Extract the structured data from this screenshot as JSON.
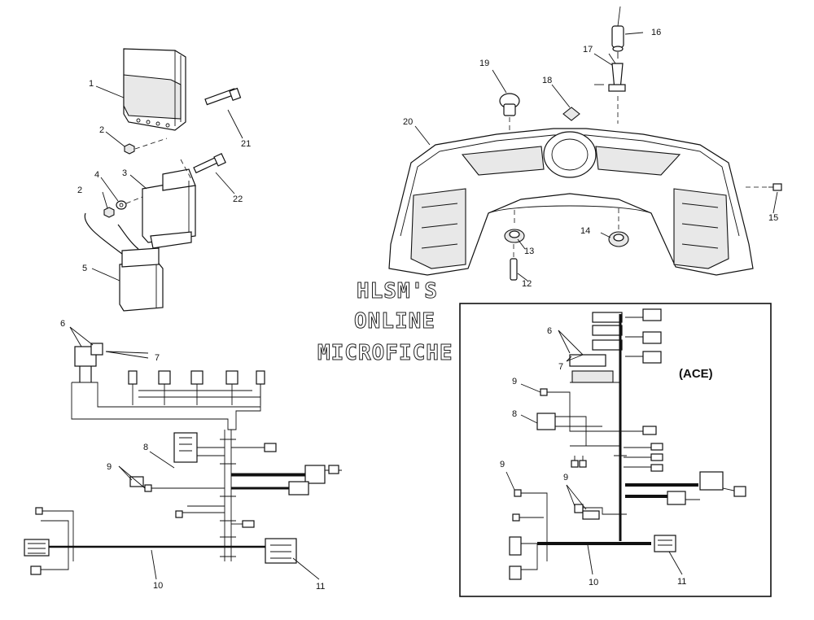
{
  "left_callouts": {
    "c1": "1",
    "c2a": "2",
    "c2b": "2",
    "c3": "3",
    "c4": "4",
    "c5": "5",
    "c21": "21",
    "c22": "22",
    "c6": "6",
    "c7": "7",
    "c8": "8",
    "c9": "9",
    "c10": "10",
    "c11": "11"
  },
  "dash_callouts": {
    "c12": "12",
    "c13": "13",
    "c14": "14",
    "c15": "15",
    "c16": "16",
    "c17": "17",
    "c18": "18",
    "c19": "19",
    "c20": "20"
  },
  "watermark": {
    "line1": "HLSM'S",
    "line2": "ONLINE",
    "line3": "MICROFICHE"
  },
  "inset": {
    "title": "(ACE)",
    "c6": "6",
    "c7": "7",
    "c9a": "9",
    "c8": "8",
    "c9b": "9",
    "c9c": "9",
    "c10": "10",
    "c11": "11"
  }
}
